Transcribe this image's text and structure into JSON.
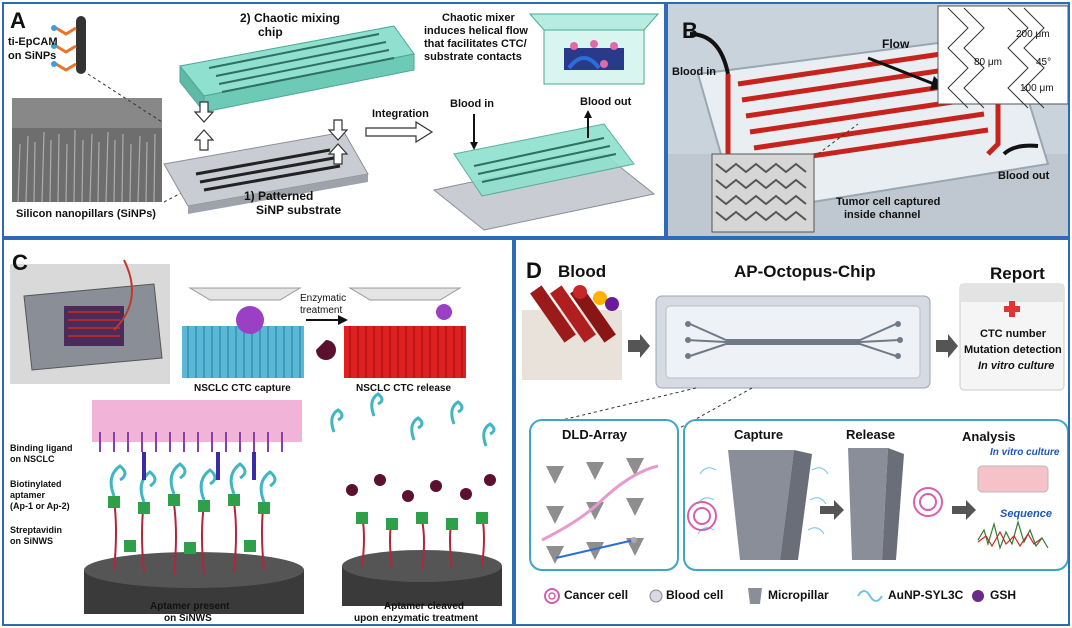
{
  "panelA": {
    "label": "A",
    "anti_epcam": "ti-EpCAM",
    "on_sinps": "on SiNPs",
    "sinp_caption": "Silicon nanopillars (SiNPs)",
    "chaotic_chip": "2) Chaotic mixing",
    "chaotic_chip_2": "chip",
    "mixer_desc": [
      "Chaotic mixer",
      "induces helical flow",
      "that facilitates CTC/",
      "substrate contacts"
    ],
    "integration": "Integration",
    "blood_in": "Blood in",
    "blood_out": "Blood out",
    "patterned": "1) Patterned",
    "patterned_2": "SiNP substrate"
  },
  "panelB": {
    "label": "B",
    "blood_in": "Blood in",
    "flow": "Flow",
    "dim_200": "200 μm",
    "dim_80": "80 μm",
    "dim_45": "45°",
    "dim_100": "100 μm",
    "blood_out": "Blood out",
    "tumor": "Tumor cell captured",
    "tumor_2": "inside channel"
  },
  "panelC": {
    "label": "C",
    "enzymatic": "Enzymatic",
    "treatment": "treatment",
    "capture": "NSCLC CTC capture",
    "release": "NSCLC CTC release",
    "binding": [
      "Binding ligand",
      "on NSCLC"
    ],
    "biotin": [
      "Biotinylated",
      "aptamer",
      "(Ap-1 or Ap-2)"
    ],
    "strept": [
      "Streptavidin",
      "on SiNWS"
    ],
    "present": [
      "Aptamer present",
      "on SiNWS"
    ],
    "cleaved": [
      "Aptamer cleaved",
      "upon enzymatic treatment"
    ]
  },
  "panelD": {
    "label": "D",
    "blood": "Blood",
    "chip": "AP-Octopus-Chip",
    "report": "Report",
    "ctc_number": "CTC number",
    "mutation": "Mutation detection",
    "culture": "In vitro culture",
    "dld": "DLD-Array",
    "capture": "Capture",
    "release": "Release",
    "analysis": "Analysis",
    "in_vitro": "In vitro culture",
    "sequence": "Sequence",
    "legend": [
      "Cancer cell",
      "Blood cell",
      "Micropillar",
      "AuNP-SYL3C",
      "GSH"
    ]
  },
  "colors": {
    "frame": "#2e6bb5",
    "chip_green": "#7fd6c4",
    "channel_red": "#c8221c",
    "nanowire_blue": "#5ab7d6",
    "nanowire_red": "#e02020",
    "aptamer_cyan": "#3fb6c4",
    "ligand_purple": "#8a3fa6"
  }
}
